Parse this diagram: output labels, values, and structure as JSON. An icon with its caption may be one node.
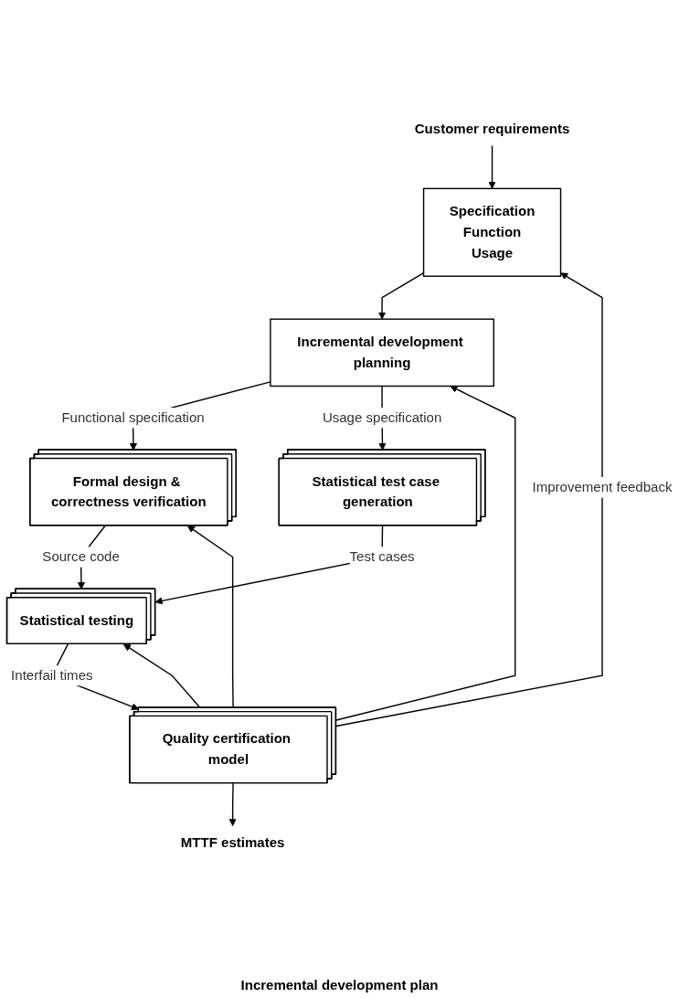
{
  "diagram": {
    "nodes": [
      {
        "text": [
          "Customer requirements"
        ]
      },
      {
        "text": [
          "Specification",
          "Function",
          "Usage"
        ]
      },
      {
        "text": [
          "Incremental development planning"
        ]
      },
      {
        "text": [
          "Formal design & correctness verification"
        ]
      },
      {
        "text": [
          "Statistical test case generation"
        ]
      },
      {
        "text": [
          "Statistical testing"
        ]
      },
      {
        "text": [
          "Quality certification model"
        ]
      },
      {
        "text": [
          "MTTF estimates"
        ]
      }
    ],
    "edges": [
      {
        "from": 0,
        "to": 1,
        "arrow": "to"
      },
      {
        "from": 1,
        "to": 2,
        "arrow": "to"
      },
      {
        "from": 2,
        "to": 3,
        "arrow": "to",
        "label": "Functional specification"
      },
      {
        "from": 2,
        "to": 4,
        "arrow": "to",
        "label": "Usage specification"
      },
      {
        "from": 3,
        "to": 5,
        "arrow": "to",
        "label": "Source code"
      },
      {
        "from": 4,
        "to": 5,
        "arrow": "to",
        "label": "Test cases"
      },
      {
        "from": 5,
        "to": 6,
        "arrow": "to",
        "label": "Interfail times"
      },
      {
        "from": 6,
        "to": 7,
        "arrow": "to"
      },
      {
        "from": 6,
        "to": 1,
        "arrow": "to",
        "label": "Improvement feedback"
      },
      {
        "from": 6,
        "to": 2,
        "arrow": "to"
      },
      {
        "from": 6,
        "to": 3,
        "arrow": "to"
      },
      {
        "from": 6,
        "to": 5,
        "arrow": "to"
      }
    ],
    "labels": [
      "Incremental development plan"
    ]
  }
}
